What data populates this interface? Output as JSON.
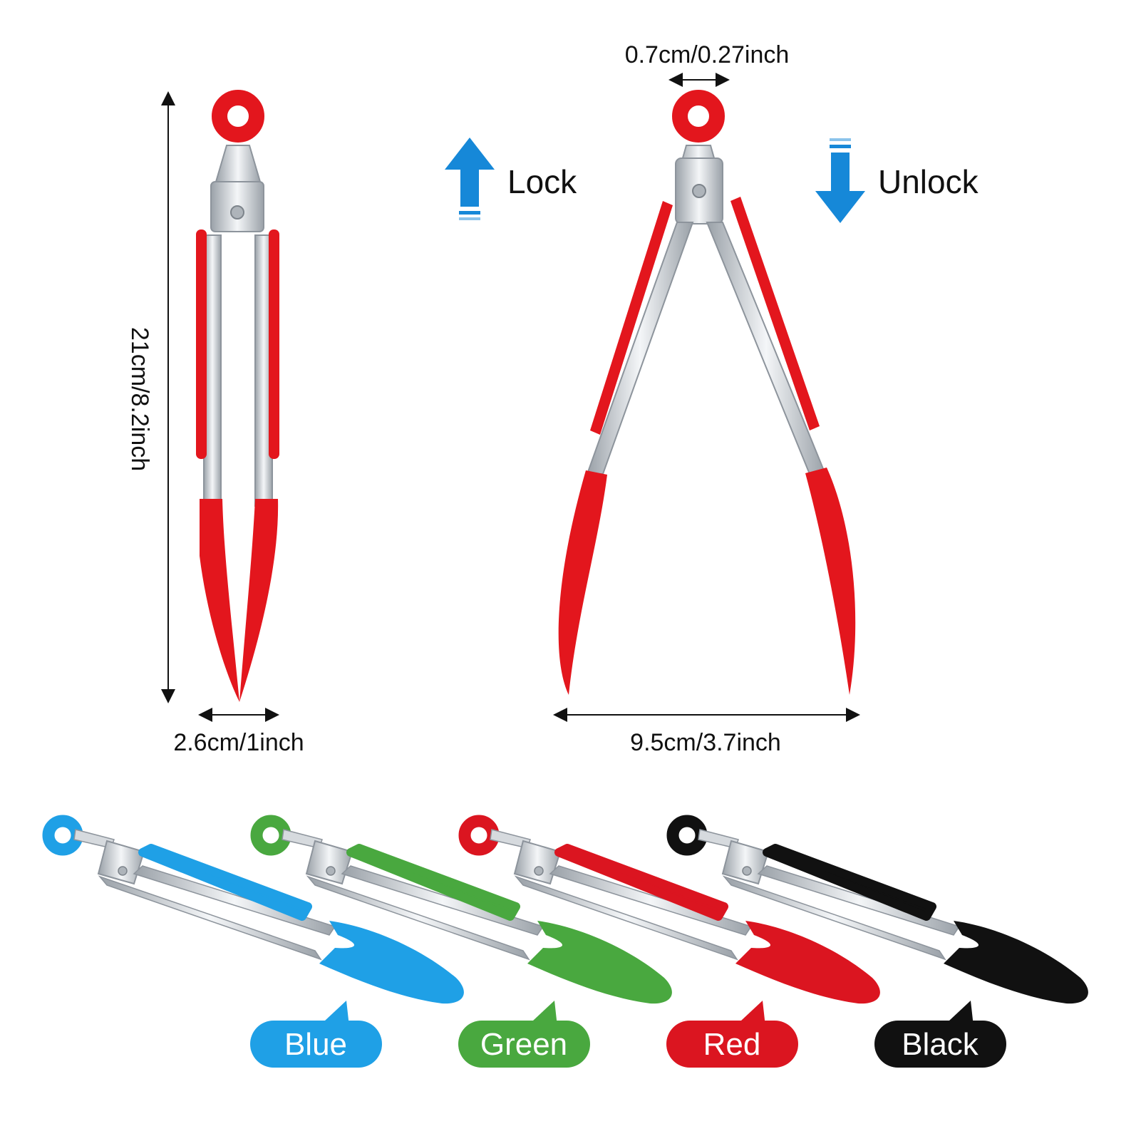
{
  "dimensions": {
    "height_label": "21cm/8.2inch",
    "closed_width_label": "2.6cm/1inch",
    "ring_width_label": "0.7cm/0.27inch",
    "open_width_label": "9.5cm/3.7inch"
  },
  "actions": {
    "lock_label": "Lock",
    "unlock_label": "Unlock",
    "lock_icon": "arrow-up-icon",
    "unlock_icon": "arrow-down-icon",
    "arrow_color": "#1688d8"
  },
  "product": {
    "steel_color": "#cfd3d8",
    "steel_dark": "#8d949c",
    "closed_tong_color": "#e3161d",
    "open_tong_color": "#e3161d"
  },
  "variants": [
    {
      "label": "Blue",
      "color": "#1fa0e6"
    },
    {
      "label": "Green",
      "color": "#49a83f"
    },
    {
      "label": "Red",
      "color": "#db1520"
    },
    {
      "label": "Black",
      "color": "#111111"
    }
  ]
}
